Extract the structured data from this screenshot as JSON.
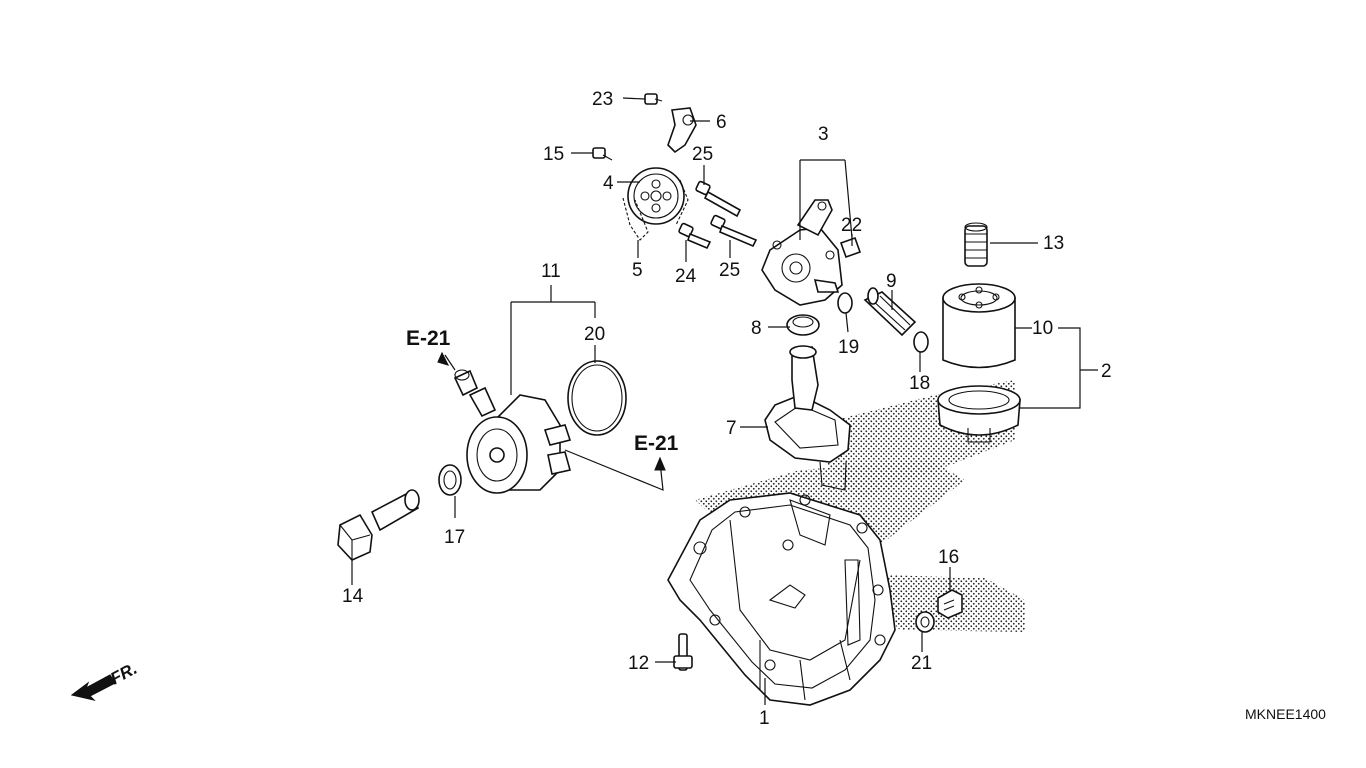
{
  "diagram": {
    "part_numbers": {
      "p1": "1",
      "p2": "2",
      "p3": "3",
      "p4": "4",
      "p5": "5",
      "p6": "6",
      "p7": "7",
      "p8": "8",
      "p9": "9",
      "p10": "10",
      "p11": "11",
      "p12": "12",
      "p13": "13",
      "p14": "14",
      "p15": "15",
      "p16": "16",
      "p17": "17",
      "p18": "18",
      "p19": "19",
      "p20": "20",
      "p21": "21",
      "p22": "22",
      "p23": "23",
      "p24": "24",
      "p25a": "25",
      "p25b": "25"
    },
    "refs": {
      "e21_top": "E-21",
      "e21_bottom": "E-21"
    },
    "front_label": "FR.",
    "drawing_code": "MKNEE1400"
  }
}
